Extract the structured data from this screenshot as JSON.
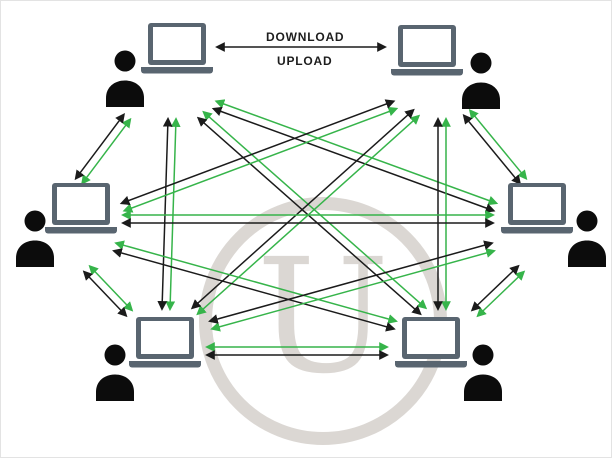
{
  "diagram": {
    "type": "p2p-network",
    "labels": {
      "download": "DOWNLOAD",
      "upload": "UPLOAD"
    },
    "watermark": {
      "letter": "U"
    },
    "colors": {
      "background": "#ffffff",
      "arrow_green": "#36b44a",
      "arrow_black": "#1b1b1b",
      "label_text": "#1d1d1d",
      "laptop_frame": "#596570",
      "laptop_screen": "#ffffff",
      "person": "#0c0c0c",
      "watermark": "#b8b0a8"
    },
    "nodes": [
      {
        "id": "peer-top-left",
        "icon": "computer-user-icon"
      },
      {
        "id": "peer-top-right",
        "icon": "computer-user-icon"
      },
      {
        "id": "peer-mid-left",
        "icon": "computer-user-icon"
      },
      {
        "id": "peer-mid-right",
        "icon": "computer-user-icon"
      },
      {
        "id": "peer-bottom-left",
        "icon": "computer-user-icon"
      },
      {
        "id": "peer-bottom-right",
        "icon": "computer-user-icon"
      }
    ],
    "edges": [
      {
        "from": "peer-top-left",
        "to": "peer-top-right",
        "style": "labeled"
      },
      {
        "from": "peer-top-left",
        "to": "peer-mid-left",
        "style": "pair"
      },
      {
        "from": "peer-top-left",
        "to": "peer-bottom-left",
        "style": "pair"
      },
      {
        "from": "peer-top-left",
        "to": "peer-mid-right",
        "style": "pair"
      },
      {
        "from": "peer-top-left",
        "to": "peer-bottom-right",
        "style": "pair"
      },
      {
        "from": "peer-top-right",
        "to": "peer-mid-right",
        "style": "pair"
      },
      {
        "from": "peer-top-right",
        "to": "peer-mid-left",
        "style": "pair"
      },
      {
        "from": "peer-top-right",
        "to": "peer-bottom-left",
        "style": "pair"
      },
      {
        "from": "peer-top-right",
        "to": "peer-bottom-right",
        "style": "pair"
      },
      {
        "from": "peer-mid-left",
        "to": "peer-mid-right",
        "style": "pair"
      },
      {
        "from": "peer-mid-left",
        "to": "peer-bottom-left",
        "style": "pair"
      },
      {
        "from": "peer-mid-left",
        "to": "peer-bottom-right",
        "style": "pair"
      },
      {
        "from": "peer-mid-right",
        "to": "peer-bottom-left",
        "style": "pair"
      },
      {
        "from": "peer-mid-right",
        "to": "peer-bottom-right",
        "style": "pair"
      },
      {
        "from": "peer-bottom-left",
        "to": "peer-bottom-right",
        "style": "pair"
      }
    ]
  }
}
